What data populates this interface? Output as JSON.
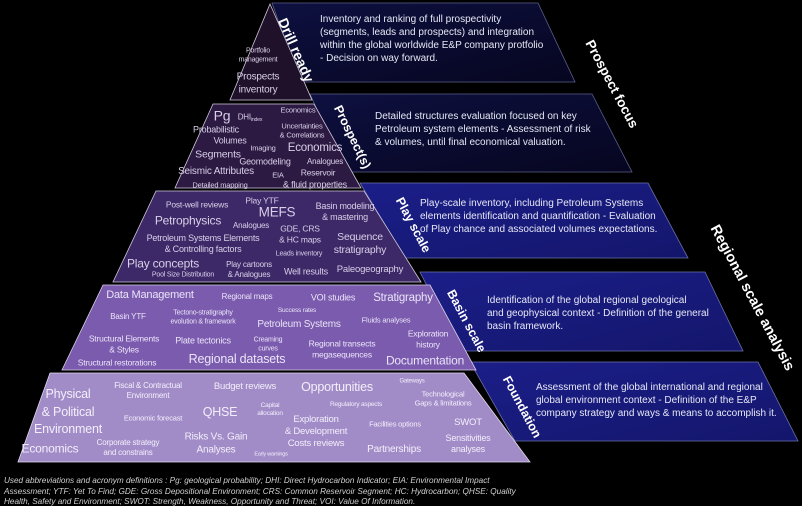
{
  "colors": {
    "tier_drill_ready": "#1f1129",
    "tier_prospects": "#2c1a42",
    "tier_play_scale": "#3d2968",
    "tier_basin_scale": "#7a5bae",
    "tier_foundation": "#a18cc8",
    "band_prospect_focus": "#0b0c32",
    "band_regional": "#181a7c"
  },
  "group_labels": {
    "prospect_focus": "Prospect focus",
    "regional_scale_analysis": "Regional scale analysis"
  },
  "tiers": [
    {
      "label": "Drill ready",
      "description": "Inventory and ranking of full prospectivity\n(segments, leads and prospects) and integration\nwithin the global worldwide E&P company protfolio\n- Decision on way forward.",
      "items": [
        "Portfolio\nmanagement",
        "Prospects\ninventory"
      ]
    },
    {
      "label": "Prospect(s)",
      "description": "Detailed structures evaluation focused on key\nPetroleum system elements - Assessment of risk\n& volumes, until final economical valuation.",
      "dhi": {
        "main": "DHI",
        "sub": "index"
      },
      "items": [
        "Pg",
        "Economics",
        "Probabilistic",
        "Volumes",
        "Uncertainties\n& Correlations",
        "Imaging",
        "Economics",
        "Segments",
        "Geomodeling",
        "Analogues",
        "Seismic Attributes",
        "EIA",
        "Reservoir",
        "Detailed mapping",
        "& fluid properties"
      ]
    },
    {
      "label": "Play scale",
      "description": "Play-scale inventory, including Petroleum Systems\nelements identification and quantification - Evaluation\nof Play chance and associated volumes expectations.",
      "items": [
        "Post-well reviews",
        "Play YTF",
        "MEFS",
        "Basin modeling\n& mastering",
        "Petrophysics",
        "Analogues",
        "GDE, CRS\n& HC maps",
        "Petroleum Systems Elements\n& Controlling factors",
        "Sequence\nstratigraphy",
        "Leads inventory",
        "Play concepts",
        "Play cartoons\n& Analogues",
        "Pool Size Distribution",
        "Well results",
        "Paleogeography"
      ]
    },
    {
      "label": "Basin scale",
      "description": "Identification of the global regional geological\nand geophysical context - Definition of the general\nbasin framework.",
      "items": [
        "Data Management",
        "Regional maps",
        "VOI studies",
        "Stratigraphy",
        "Basin YTF",
        "Tectono-stratigraphy\nevolution & framework",
        "Success rates",
        "Petroleum Systems",
        "Fluids analyses",
        "Structural Elements\n& Styles",
        "Plate tectonics",
        "Creaming\ncurves",
        "Regional transects\nmegasequences",
        "Exploration\nhistory",
        "Structural restorations",
        "Regional datasets",
        "Documentation"
      ]
    },
    {
      "label": "Foundation",
      "description": "Assessment of the global international and regional\nglobal environment context - Definition of the E&P\ncompany strategy and ways & means to accomplish it.",
      "items": [
        "Physical\n& Political\nEnvironment",
        "Fiscal & Contractual\nEnvironment",
        "Budget reviews",
        "Opportunities",
        "Gateways",
        "Technological\nGaps & limitations",
        "Regulatory aspects",
        "Capital\nallocation",
        "Economic forecast",
        "QHSE",
        "Exploration\n& Development\nCosts reviews",
        "Facilities options",
        "SWOT",
        "Risks Vs. Gain\nAnalyses",
        "Corporate strategy\nand constrains",
        "Economics",
        "Early warnings",
        "Partnerships",
        "Sensitivities\nanalyses"
      ]
    }
  ],
  "caption": "Used abbreviations and acronym definitions : Pg: geological probability; DHI: Direct Hydrocarbon Indicator; EIA: Environmental Impact\nAssessment; YTF: Yet To Find; GDE: Gross Depositional Environment; CRS: Common Reservoir Segment; HC: Hydrocarbon; QHSE: Quality\nHealth, Safety and Environment; SWOT: Strength, Weakness, Opportunity and Threat; VOI: Value Of Information."
}
